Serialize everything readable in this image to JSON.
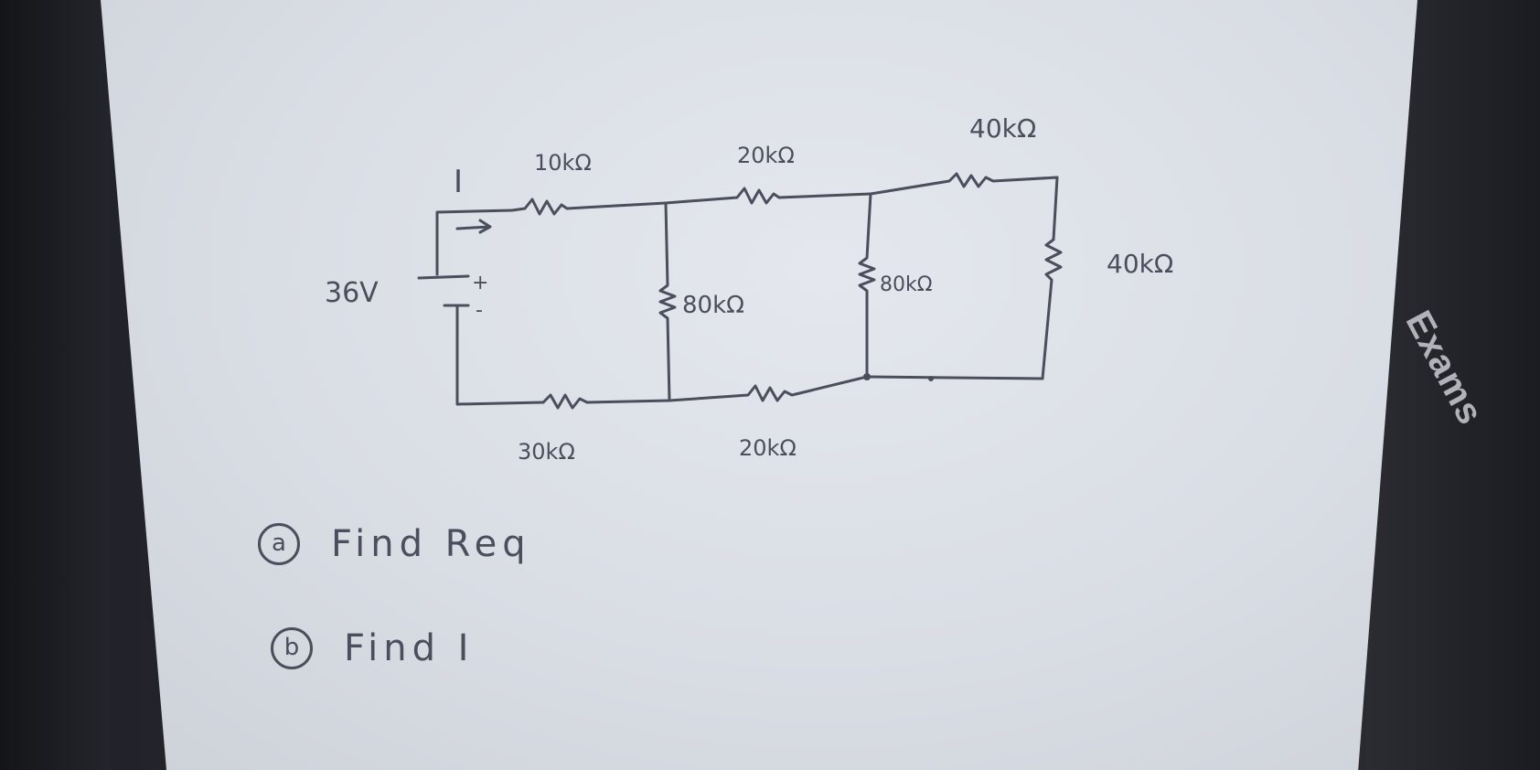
{
  "circuit": {
    "current_label": "I",
    "source_voltage": "36V",
    "source_plus": "+",
    "source_minus": "-",
    "top_resistors": [
      "10kΩ",
      "20kΩ",
      "40kΩ"
    ],
    "right_resistor": "40kΩ",
    "shunt_resistors": [
      "80kΩ",
      "80kΩ"
    ],
    "bottom_resistors": [
      "30kΩ",
      "20kΩ"
    ]
  },
  "questions": [
    {
      "marker": "a",
      "text": "Find Req"
    },
    {
      "marker": "b",
      "text": "Find I"
    }
  ],
  "edge_text": "Exams"
}
